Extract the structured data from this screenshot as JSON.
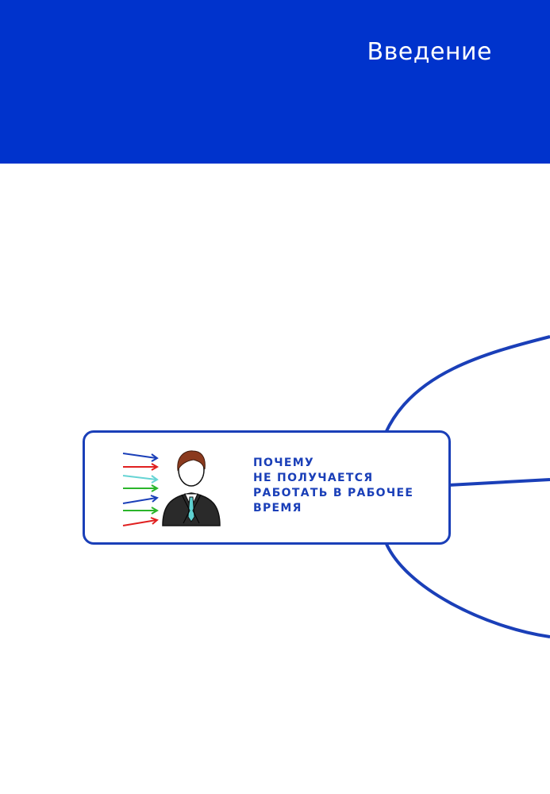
{
  "header": {
    "title": "Введение"
  },
  "topic": {
    "lines": [
      "ПОЧЕМУ",
      "НЕ ПОЛУЧАЕТСЯ",
      "РАБОТАТЬ В РАБОЧЕЕ",
      "ВРЕМЯ"
    ]
  },
  "colors": {
    "header_band": "#0033cc",
    "accent": "#1a3fb8",
    "header_text": "#ffffff"
  },
  "illustration": {
    "icon": "businessman-icon",
    "arrow_colors": [
      "#1a3fb8",
      "#e02020",
      "#66d4d4",
      "#2bb52b",
      "#1a3fb8",
      "#2bb52b",
      "#e02020"
    ]
  }
}
